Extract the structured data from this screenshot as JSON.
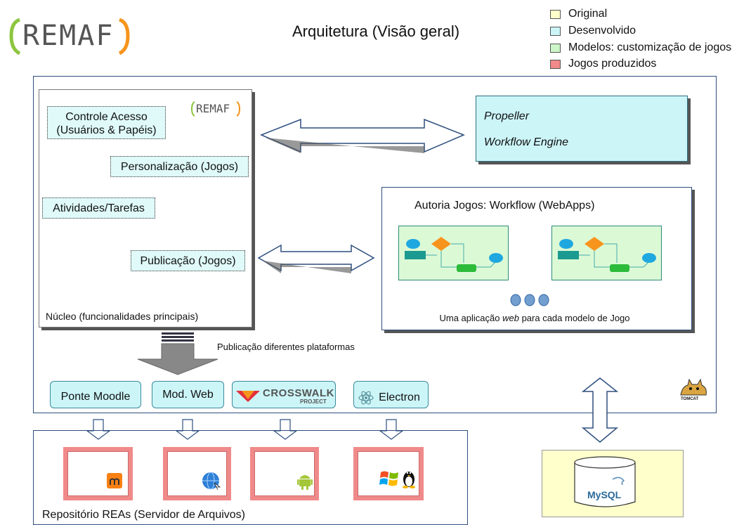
{
  "header": {
    "logo_text": "REMAF",
    "title": "Arquitetura (Visão geral)"
  },
  "legend": [
    {
      "label": "Original",
      "color": "#ffffcc"
    },
    {
      "label": "Desenvolvido",
      "color": "#ccf5f8"
    },
    {
      "label": "Modelos: customização de jogos",
      "color": "#ccf5c8"
    },
    {
      "label": "Jogos produzidos",
      "color": "#f08a8a"
    }
  ],
  "core": {
    "logo_text": "REMAF",
    "modules": {
      "access": "Controle Acesso\n(Usuários & Papéis)",
      "personalization": "Personalização (Jogos)",
      "activities": "Atividades/Tarefas",
      "publication": "Publicação (Jogos)"
    },
    "label": "Núcleo (funcionalidades principais)"
  },
  "propeller": {
    "line1": "Propeller",
    "line2": "Workflow Engine"
  },
  "authoring": {
    "title": "Autoria Jogos: Workflow (WebApps)",
    "caption_prefix": "Uma aplicação ",
    "caption_em": "web",
    "caption_suffix": " para cada modelo de Jogo"
  },
  "publish_label": "Publicação diferentes plataformas",
  "platforms": {
    "moodle": "Ponte Moodle",
    "web": "Mod. Web",
    "crosswalk": "CROSSWALK",
    "crosswalk_sub": "PROJECT",
    "electron": "Electron"
  },
  "tomcat_label": "TOMCAT",
  "repository_label": "Repositório REAs  (Servidor de Arquivos)",
  "database_label": "MySQL"
}
